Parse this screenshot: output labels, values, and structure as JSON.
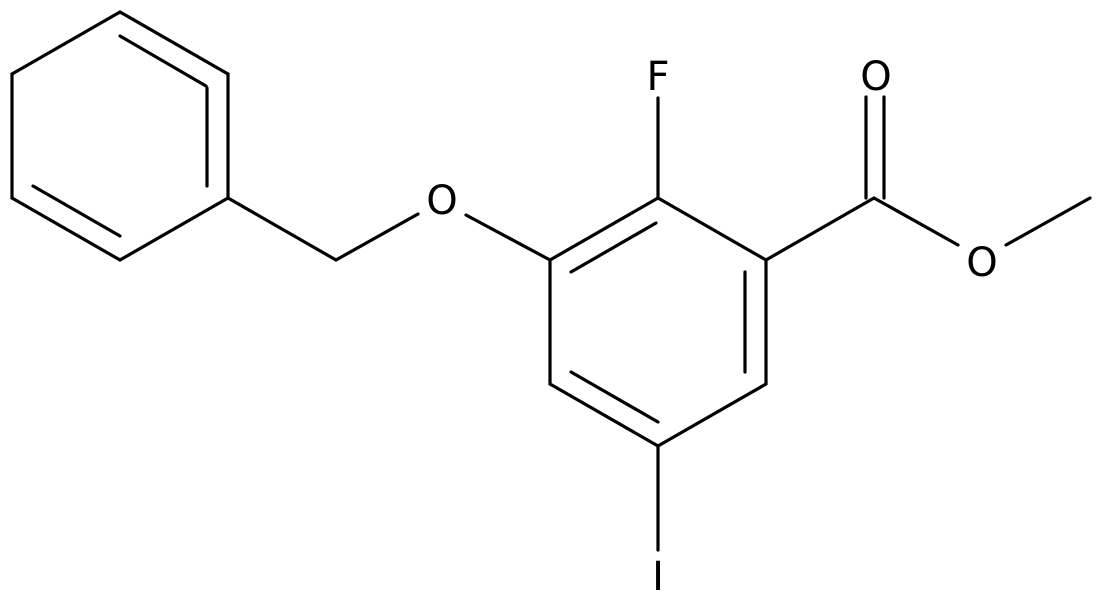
{
  "structure": {
    "atoms": {
      "fluorine": "F",
      "carbonyl_oxygen": "O",
      "ester_oxygen": "O",
      "ether_oxygen": "O",
      "iodine": "I"
    },
    "colors": {
      "bond": "#000000",
      "background": "#ffffff"
    }
  }
}
